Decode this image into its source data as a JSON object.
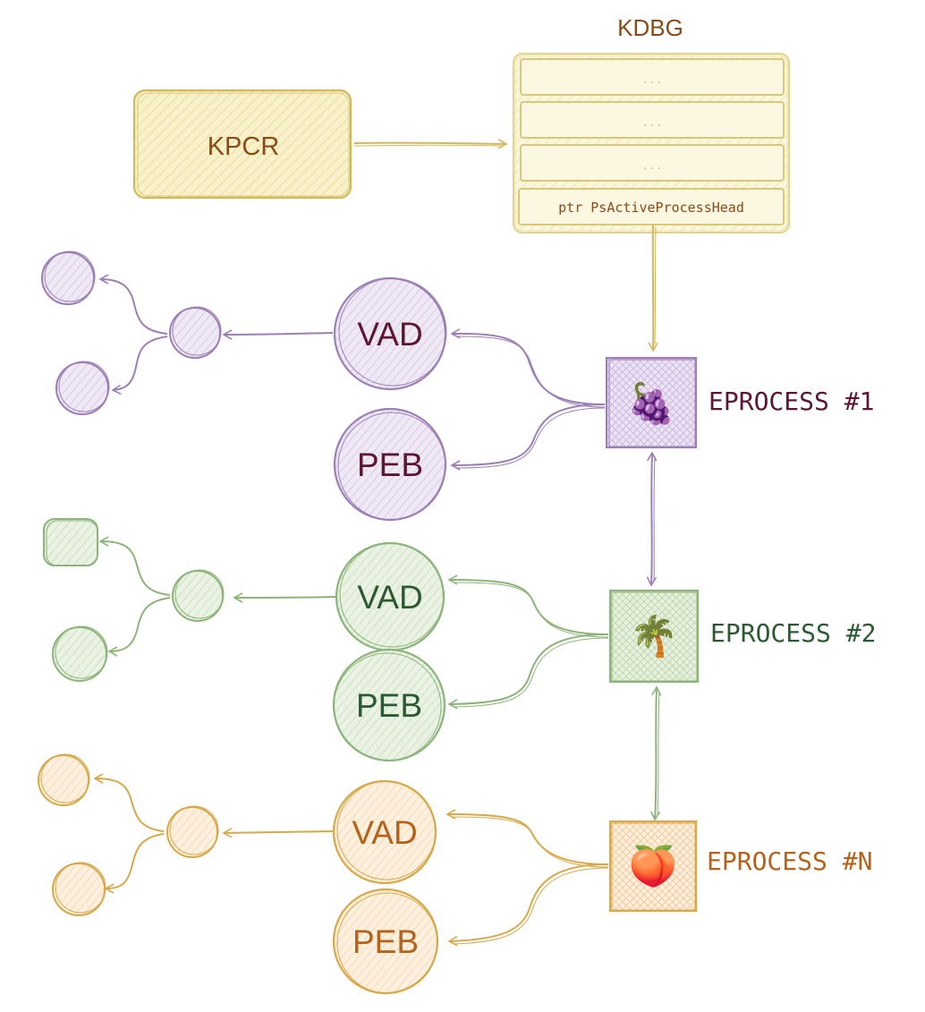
{
  "kdbg": {
    "title": "KDBG",
    "rows": [
      "...",
      "...",
      "..."
    ],
    "pointer_label": "ptr PsActiveProcessHead"
  },
  "kpcr": {
    "label": "KPCR"
  },
  "processes": [
    {
      "label": "EPROCESS #1",
      "icon": "grapes-icon",
      "icon_glyph": "🍇",
      "vad_label": "VAD",
      "peb_label": "PEB",
      "colors": {
        "stroke": "#9c7fb5",
        "fill": "#e6dcef",
        "text": "#5c1533",
        "label": "#5c1533"
      }
    },
    {
      "label": "EPROCESS #2",
      "icon": "palm-tree-icon",
      "icon_glyph": "🌴",
      "vad_label": "VAD",
      "peb_label": "PEB",
      "colors": {
        "stroke": "#8db47a",
        "fill": "#dfecd5",
        "text": "#2b5a32",
        "label": "#2b5a32"
      }
    },
    {
      "label": "EPROCESS #N",
      "icon": "peach-icon",
      "icon_glyph": "🍑",
      "vad_label": "VAD",
      "peb_label": "PEB",
      "colors": {
        "stroke": "#d7a94a",
        "fill": "#fbe6cc",
        "text": "#b5621b",
        "label": "#b5621b"
      }
    }
  ],
  "colors": {
    "kdbg_stroke": "#d9c77a",
    "kdbg_fill": "#fbf6dc",
    "kdbg_text": "#8a4b1a",
    "kpcr_stroke": "#d1b85c",
    "kpcr_fill": "#f8f1c9",
    "kpcr_text": "#8a4b1a",
    "arrow": "#d1b85c"
  }
}
